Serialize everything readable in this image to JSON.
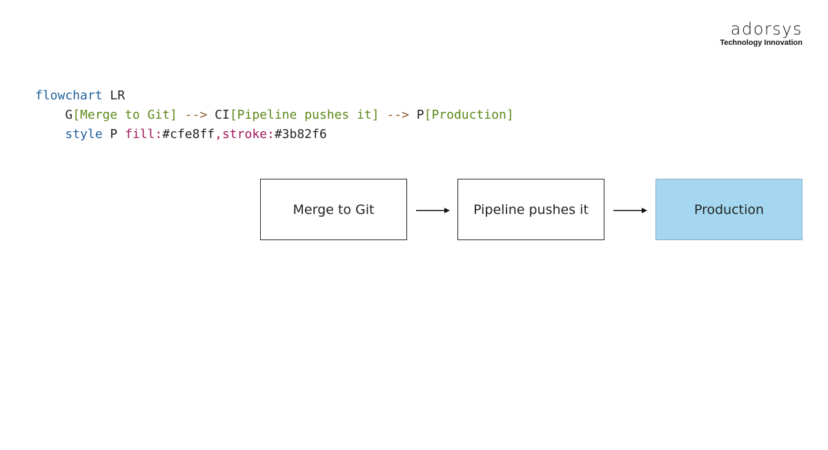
{
  "brand": {
    "name": "adorsys",
    "tagline": "Technology Innovation"
  },
  "code": {
    "line1": {
      "keyword": "flowchart",
      "direction": "LR"
    },
    "line2": {
      "n1_id": "G",
      "n1_label": "[Merge to Git]",
      "arrow1": "-->",
      "n2_id": "CI",
      "n2_label": "[Pipeline pushes it]",
      "arrow2": "-->",
      "n3_id": "P",
      "n3_label": "[Production]"
    },
    "line3": {
      "keyword": "style",
      "target": "P",
      "fill_key": "fill:",
      "fill_val": "#cfe8ff",
      "sep": ",",
      "stroke_key": "stroke:",
      "stroke_val": "#3b82f6"
    }
  },
  "diagram": {
    "nodes": [
      {
        "id": "G",
        "label": "Merge to Git"
      },
      {
        "id": "CI",
        "label": "Pipeline pushes it"
      },
      {
        "id": "P",
        "label": "Production"
      }
    ],
    "edges": [
      {
        "from": "G",
        "to": "CI"
      },
      {
        "from": "CI",
        "to": "P"
      }
    ]
  },
  "colors": {
    "production_fill": "#a5d8f0",
    "production_stroke": "#8aa9cf",
    "keyword": "#1f5f9b",
    "label_string": "#5c8a1a",
    "style_property": "#a0195c"
  }
}
